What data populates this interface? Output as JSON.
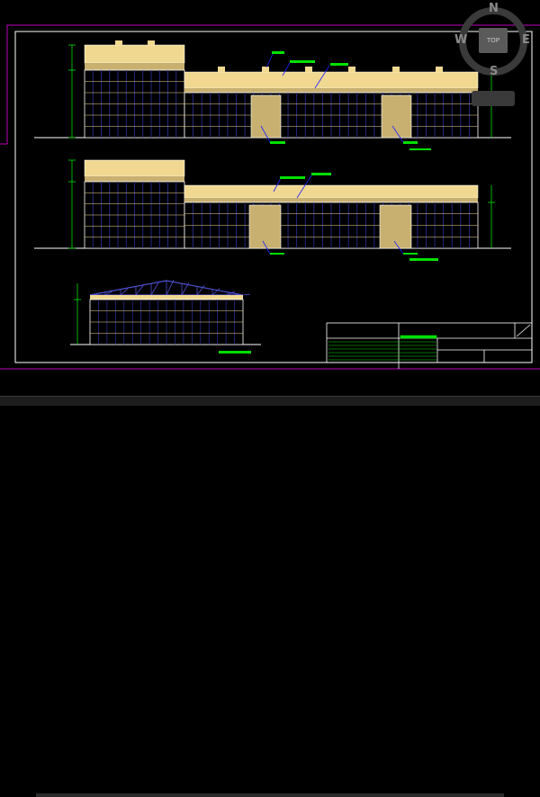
{
  "view_cube": {
    "north": "N",
    "south": "S",
    "east": "E",
    "west": "W",
    "top": "TOP"
  },
  "colors": {
    "background": "#000000",
    "frame": "#ffffff",
    "sheet_border": "#c000c0",
    "cladding": "#f0d890",
    "wall_grid": "#3030a0",
    "roof_truss": "#5050d0",
    "leader": "#2020ff",
    "annotation": "#00e000",
    "dimension": "#00e000",
    "door": "#c8b070"
  },
  "icons": {
    "view_cube": "view-cube-icon",
    "wcs_menu": "wcs-menu-icon"
  }
}
